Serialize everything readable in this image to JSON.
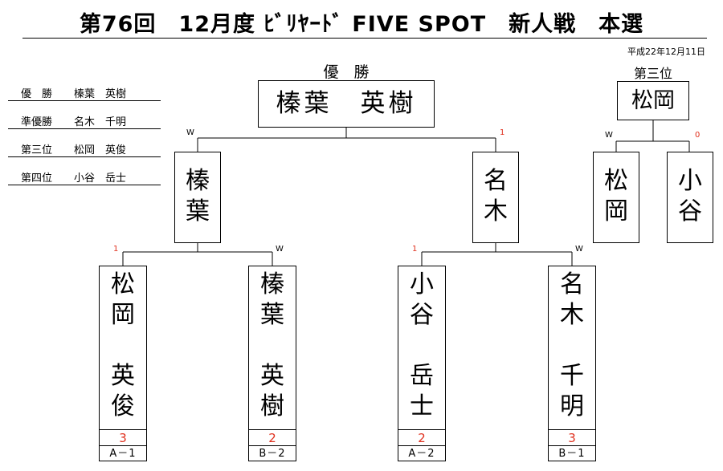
{
  "title": "第76回　12月度 ﾋﾞﾘﾔｰﾄﾞ FIVE SPOT　新人戦　本選",
  "date": "平成22年12月11日",
  "results": [
    {
      "label": "優　勝",
      "name": "榛葉　英樹"
    },
    {
      "label": "準優勝",
      "name": "名木　千明"
    },
    {
      "label": "第三位",
      "name": "松岡　英俊"
    },
    {
      "label": "第四位",
      "name": "小谷　岳士"
    }
  ],
  "champion": {
    "caption": "優　勝",
    "name": "榛葉　英樹"
  },
  "third_place_match": {
    "caption": "第三位",
    "winner": "松岡",
    "players": [
      {
        "name": "松岡",
        "mark": "W"
      },
      {
        "name": "小谷",
        "mark": "0"
      }
    ]
  },
  "final": [
    {
      "name": "榛葉",
      "mark": "W"
    },
    {
      "name": "名木",
      "mark": "1"
    }
  ],
  "first_round": [
    {
      "name": "松岡　英俊",
      "lines": [
        "松",
        "岡",
        "",
        "英",
        "俊"
      ],
      "mark": "1",
      "score": "3",
      "seed": "A－1"
    },
    {
      "name": "榛葉　英樹",
      "lines": [
        "榛",
        "葉",
        "",
        "英",
        "樹"
      ],
      "mark": "W",
      "score": "2",
      "seed": "B－2"
    },
    {
      "name": "小谷　岳士",
      "lines": [
        "小",
        "谷",
        "",
        "岳",
        "士"
      ],
      "mark": "1",
      "score": "2",
      "seed": "A－2"
    },
    {
      "name": "名木　千明",
      "lines": [
        "名",
        "木",
        "",
        "千",
        "明"
      ],
      "mark": "W",
      "score": "3",
      "seed": "B－1"
    }
  ]
}
